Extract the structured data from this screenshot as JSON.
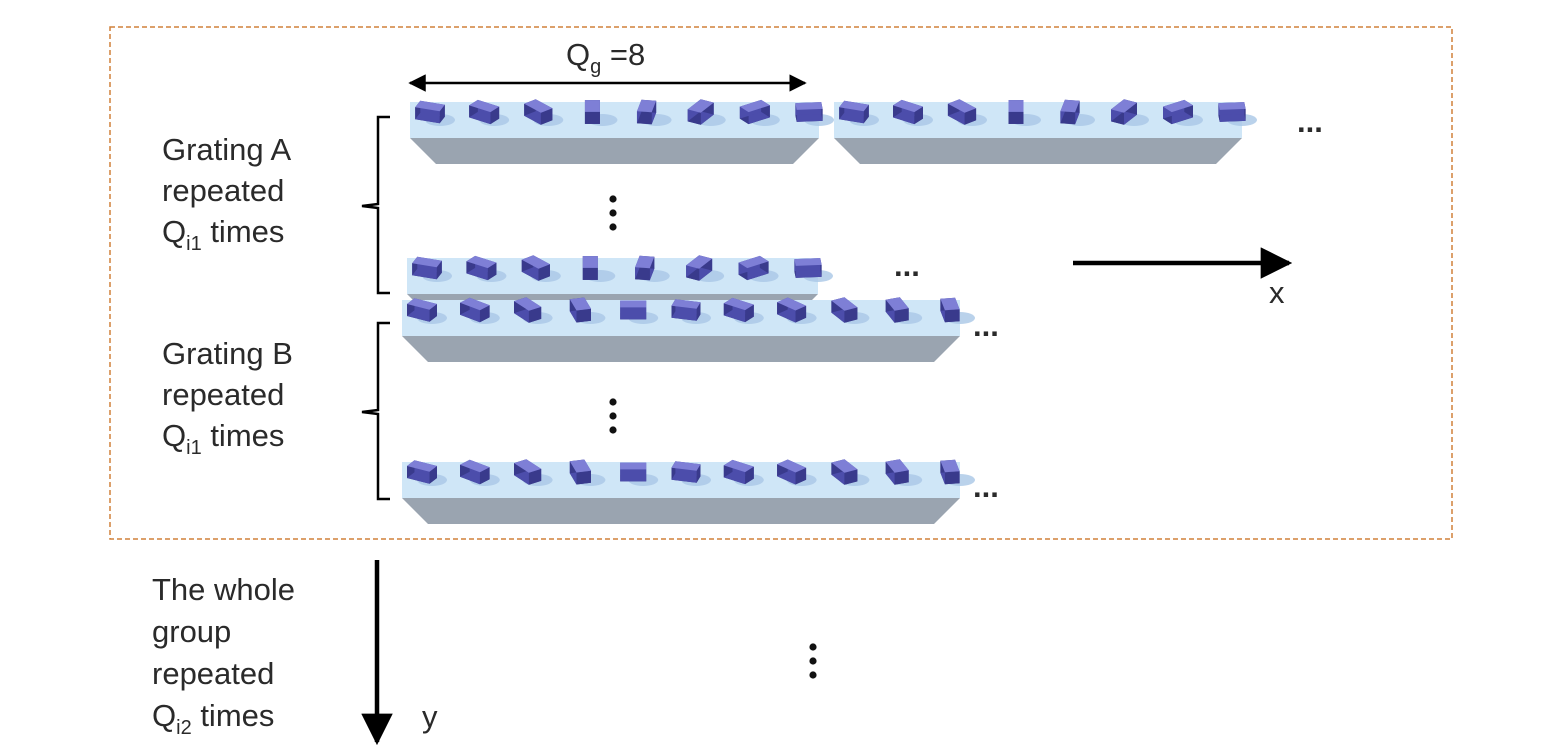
{
  "period_label": {
    "main": "Q",
    "sub": "g",
    "tail": " =8"
  },
  "grating_a": {
    "line1": "Grating A",
    "line2": "repeated",
    "line3_main": "Q",
    "line3_sub": "i1",
    "line3_tail": " times"
  },
  "grating_b": {
    "line1": "Grating B",
    "line2": "repeated",
    "line3_main": "Q",
    "line3_sub": "i1",
    "line3_tail": " times"
  },
  "group": {
    "line1": "The whole",
    "line2": "group",
    "line3": "repeated",
    "line4_main": "Q",
    "line4_sub": "i2",
    "line4_tail": " times"
  },
  "axes": {
    "x": "x",
    "y": "y"
  },
  "ellipsis": "...",
  "colors": {
    "frame": "#d0803a",
    "pillar_top": "#7e7fd6",
    "pillar_side": "#4c4dab",
    "pillar_dark": "#393a8c",
    "substrate_top": "#cfe6f7",
    "substrate_front": "#9aa4b0",
    "arrow": "#000000"
  },
  "grating_a_angles_deg": [
    20,
    35,
    50,
    90,
    100,
    120,
    145,
    175
  ],
  "grating_b_angles_deg": [
    30,
    40,
    55,
    75,
    0,
    15,
    35,
    45,
    60,
    70,
    80
  ]
}
